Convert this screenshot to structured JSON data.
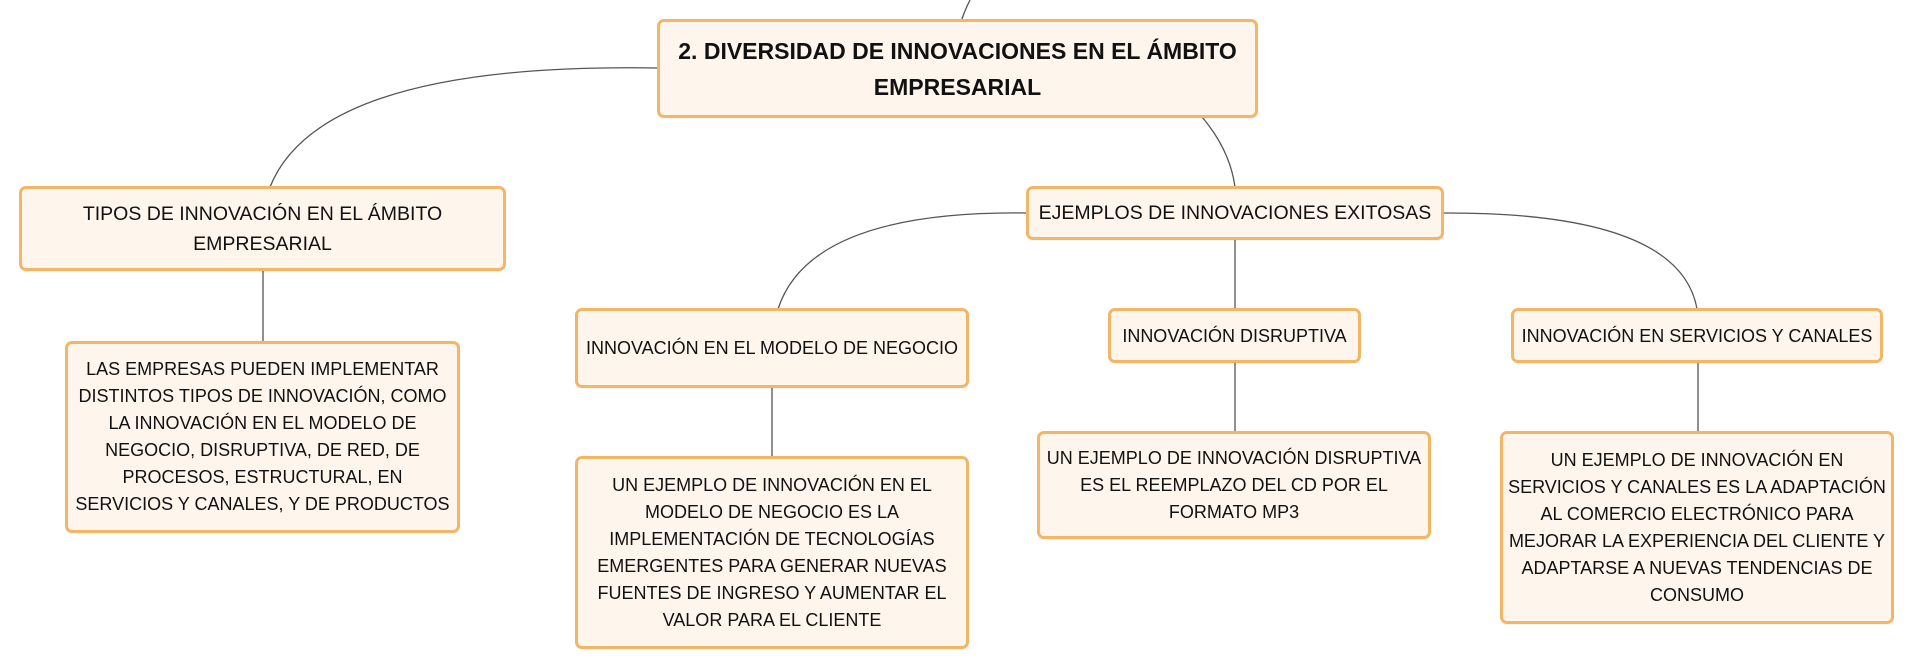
{
  "diagram": {
    "root": "2. DIVERSIDAD DE INNOVACIONES EN EL ÁMBITO EMPRESARIAL",
    "branch_tipos": {
      "title": "TIPOS DE INNOVACIÓN EN EL ÁMBITO EMPRESARIAL",
      "detail": "LAS EMPRESAS PUEDEN IMPLEMENTAR DISTINTOS TIPOS DE INNOVACIÓN, COMO LA INNOVACIÓN EN EL MODELO DE NEGOCIO, DISRUPTIVA, DE RED, DE PROCESOS, ESTRUCTURAL, EN SERVICIOS Y CANALES, Y DE PRODUCTOS"
    },
    "branch_ejemplos": {
      "title": "EJEMPLOS DE INNOVACIONES EXITOSAS",
      "children": [
        {
          "title": "INNOVACIÓN EN EL MODELO DE NEGOCIO",
          "detail": "UN EJEMPLO DE INNOVACIÓN EN EL MODELO DE NEGOCIO ES LA IMPLEMENTACIÓN DE TECNOLOGÍAS EMERGENTES PARA GENERAR NUEVAS FUENTES DE INGRESO Y AUMENTAR EL VALOR PARA EL CLIENTE"
        },
        {
          "title": "INNOVACIÓN DISRUPTIVA",
          "detail": "UN EJEMPLO DE INNOVACIÓN DISRUPTIVA ES EL REEMPLAZO DEL CD POR EL FORMATO MP3"
        },
        {
          "title": "INNOVACIÓN EN SERVICIOS Y CANALES",
          "detail": "UN EJEMPLO DE INNOVACIÓN EN SERVICIOS Y CANALES ES LA ADAPTACIÓN AL COMERCIO ELECTRÓNICO PARA MEJORAR LA EXPERIENCIA DEL CLIENTE Y ADAPTARSE A NUEVAS TENDENCIAS DE CONSUMO"
        }
      ]
    }
  },
  "colors": {
    "node_fill": "#fef5ec",
    "node_border": "#f3b566",
    "connector": "#555555",
    "text": "#111111"
  }
}
